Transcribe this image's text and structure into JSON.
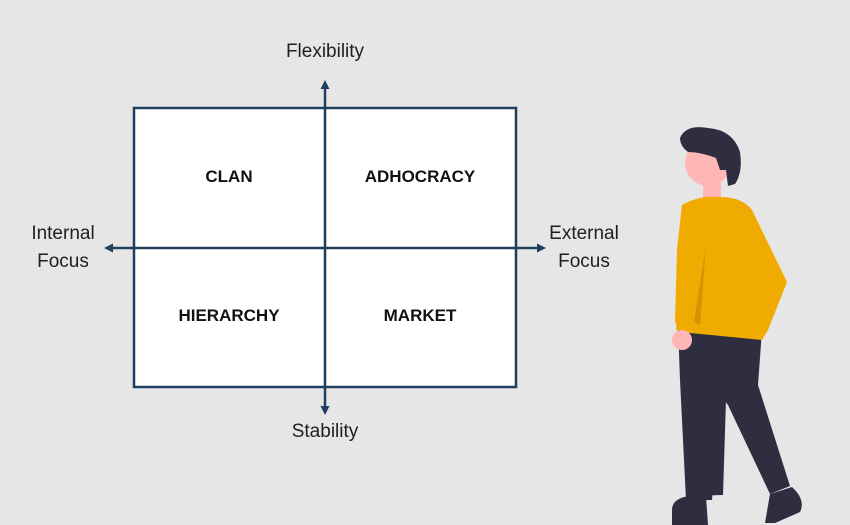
{
  "axes": {
    "top": "Flexibility",
    "bottom": "Stability",
    "left_line1": "Internal",
    "left_line2": "Focus",
    "right_line1": "External",
    "right_line2": "Focus"
  },
  "quadrants": {
    "top_left": "CLAN",
    "top_right": "ADHOCRACY",
    "bottom_left": "HIERARCHY",
    "bottom_right": "MARKET"
  },
  "colors": {
    "background": "#e6e6e6",
    "frame": "#1e3f5f",
    "shirt": "#f0ab00",
    "pants": "#2f2e41",
    "skin": "#ffb6b6",
    "hair": "#2f2e41"
  }
}
